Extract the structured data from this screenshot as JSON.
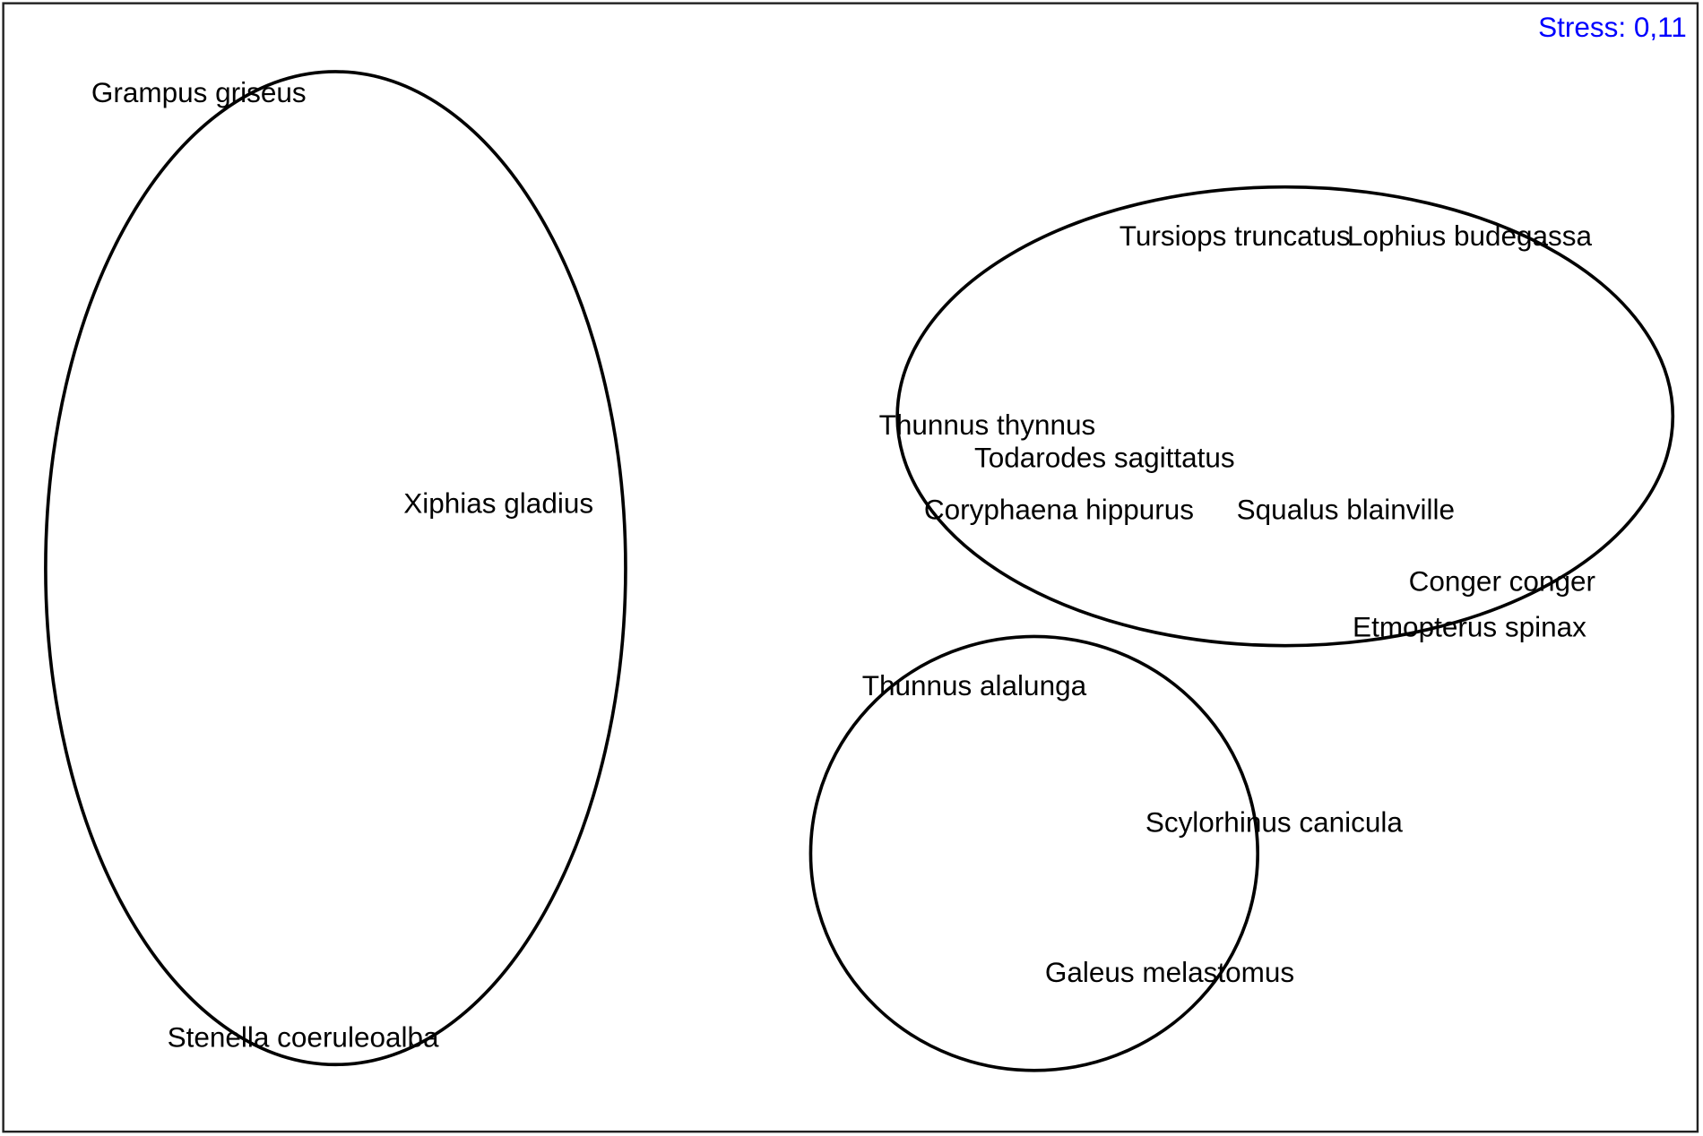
{
  "chart_data": {
    "type": "scatter",
    "title": "",
    "xlabel": "",
    "ylabel": "",
    "xlim": [
      -1.3,
      1.3
    ],
    "ylim": [
      -0.865,
      0.867
    ],
    "grid": false,
    "axes_shown": false,
    "annotation": {
      "text": "Stress: 0,11",
      "color": "#0000ff",
      "placement": "top-right"
    },
    "points": [
      {
        "label": "Grampus griseus",
        "x": -1.0,
        "y": 0.73
      },
      {
        "label": "Xiphias gladius",
        "x": -0.54,
        "y": 0.1
      },
      {
        "label": "Stenella coeruleoalba",
        "x": -0.84,
        "y": -0.72
      },
      {
        "label": "Tursiops truncatus",
        "x": 0.59,
        "y": 0.51
      },
      {
        "label": "Lophius budegassa",
        "x": 0.95,
        "y": 0.51
      },
      {
        "label": "Thunnus thynnus",
        "x": 0.21,
        "y": 0.22
      },
      {
        "label": "Todarodes sagittatus",
        "x": 0.39,
        "y": 0.17
      },
      {
        "label": "Coryphaena hippurus",
        "x": 0.32,
        "y": 0.09
      },
      {
        "label": "Squalus blainville",
        "x": 0.76,
        "y": 0.09
      },
      {
        "label": "Conger conger",
        "x": 1.0,
        "y": -0.02
      },
      {
        "label": "Etmopterus spinax",
        "x": 0.95,
        "y": -0.09
      },
      {
        "label": "Thunnus alalunga",
        "x": 0.19,
        "y": -0.18
      },
      {
        "label": "Scylorhinus canicula",
        "x": 0.65,
        "y": -0.39
      },
      {
        "label": "Galeus melastomus",
        "x": 0.49,
        "y": -0.62
      }
    ],
    "groups": [
      {
        "cx": -0.79,
        "cy": 0.0,
        "rx": 0.445,
        "ry": 0.762
      },
      {
        "cx": 0.667,
        "cy": 0.233,
        "rx": 0.595,
        "ry": 0.352
      },
      {
        "cx": 0.282,
        "cy": -0.438,
        "rx": 0.343,
        "ry": 0.333
      }
    ],
    "colors": {
      "labels": "#000000",
      "ellipses": "#000000",
      "stress": "#0000ff"
    }
  }
}
